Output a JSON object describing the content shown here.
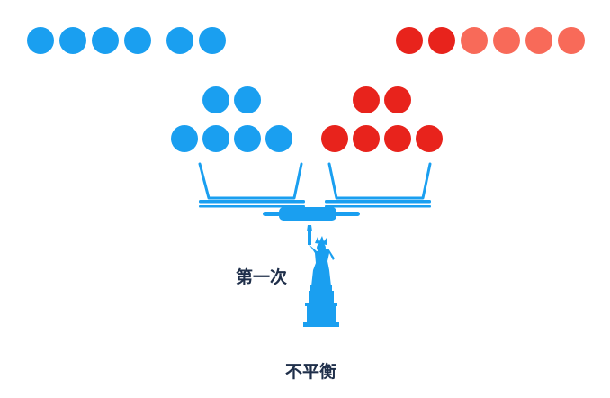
{
  "colors": {
    "blue": "#1a9ff0",
    "red_dark": "#e8231c",
    "red_light": "#f86a59",
    "scale_blue": "#1a9ff0",
    "text": "#1f2f4a"
  },
  "top_row": {
    "left_balls": [
      "blue",
      "blue",
      "blue",
      "blue",
      "blue",
      "blue"
    ],
    "right_balls": [
      "red_dark",
      "red_dark",
      "red_light",
      "red_light",
      "red_light",
      "red_light"
    ]
  },
  "left_pan": {
    "top_row_count": 2,
    "bottom_row_count": 4,
    "ball_color": "blue"
  },
  "right_pan": {
    "top_row_count": 2,
    "bottom_row_count": 4,
    "ball_color": "red_dark"
  },
  "weighing_label": "第一次",
  "result_label": "不平衡",
  "icons": {
    "scale": "balance-scale-icon",
    "statue": "statue-of-liberty-icon"
  }
}
